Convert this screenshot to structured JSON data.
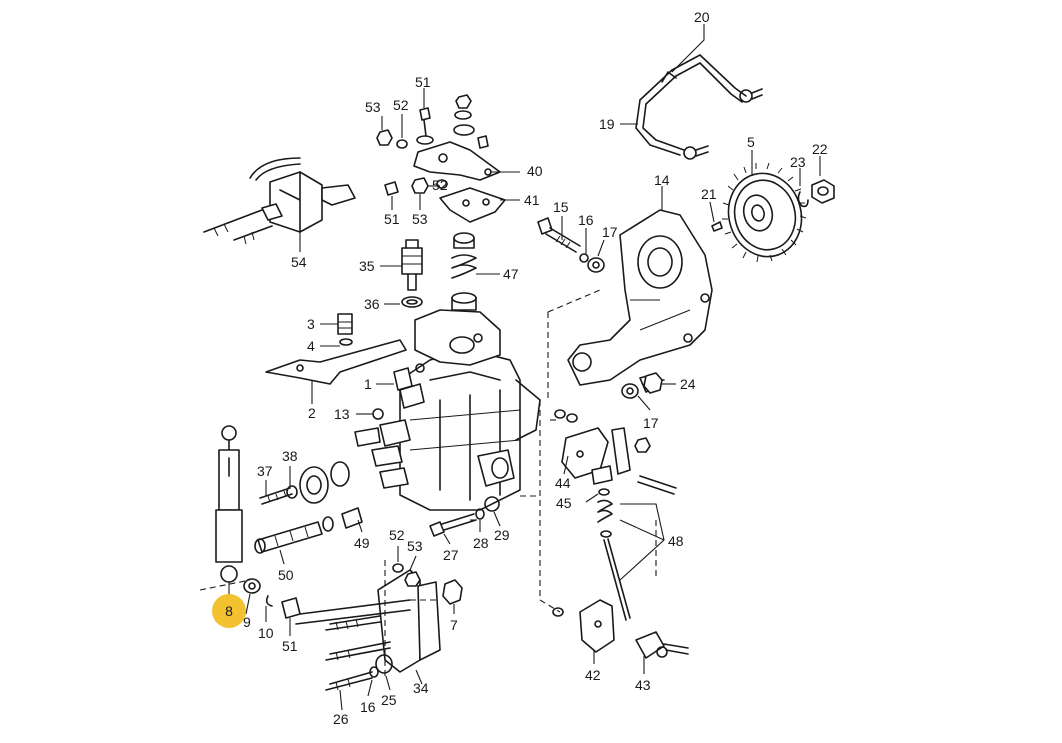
{
  "highlight": {
    "label": "8",
    "color": "#f2c230"
  },
  "labels": [
    {
      "id": "p20",
      "text": "20"
    },
    {
      "id": "p19",
      "text": "19"
    },
    {
      "id": "p5",
      "text": "5"
    },
    {
      "id": "p23",
      "text": "23"
    },
    {
      "id": "p22",
      "text": "22"
    },
    {
      "id": "p21",
      "text": "21"
    },
    {
      "id": "p14",
      "text": "14"
    },
    {
      "id": "p51a",
      "text": "51"
    },
    {
      "id": "p53a",
      "text": "53"
    },
    {
      "id": "p52a",
      "text": "52"
    },
    {
      "id": "p40",
      "text": "40"
    },
    {
      "id": "p52b",
      "text": "52"
    },
    {
      "id": "p51b",
      "text": "51"
    },
    {
      "id": "p53b",
      "text": "53"
    },
    {
      "id": "p41",
      "text": "41"
    },
    {
      "id": "p15",
      "text": "15"
    },
    {
      "id": "p16a",
      "text": "16"
    },
    {
      "id": "p17a",
      "text": "17"
    },
    {
      "id": "p54",
      "text": "54"
    },
    {
      "id": "p35",
      "text": "35"
    },
    {
      "id": "p47",
      "text": "47"
    },
    {
      "id": "p36",
      "text": "36"
    },
    {
      "id": "p3",
      "text": "3"
    },
    {
      "id": "p4",
      "text": "4"
    },
    {
      "id": "p1",
      "text": "1"
    },
    {
      "id": "p24",
      "text": "24"
    },
    {
      "id": "p2",
      "text": "2"
    },
    {
      "id": "p17b",
      "text": "17"
    },
    {
      "id": "p13",
      "text": "13"
    },
    {
      "id": "p37",
      "text": "37"
    },
    {
      "id": "p38",
      "text": "38"
    },
    {
      "id": "p44",
      "text": "44"
    },
    {
      "id": "p45",
      "text": "45"
    },
    {
      "id": "p49",
      "text": "49"
    },
    {
      "id": "p27",
      "text": "27"
    },
    {
      "id": "p28",
      "text": "28"
    },
    {
      "id": "p29",
      "text": "29"
    },
    {
      "id": "p48",
      "text": "48"
    },
    {
      "id": "p52c",
      "text": "52"
    },
    {
      "id": "p53c",
      "text": "53"
    },
    {
      "id": "p50",
      "text": "50"
    },
    {
      "id": "p9",
      "text": "9"
    },
    {
      "id": "p10",
      "text": "10"
    },
    {
      "id": "p51c",
      "text": "51"
    },
    {
      "id": "p7",
      "text": "7"
    },
    {
      "id": "p42",
      "text": "42"
    },
    {
      "id": "p43",
      "text": "43"
    },
    {
      "id": "p34",
      "text": "34"
    },
    {
      "id": "p25",
      "text": "25"
    },
    {
      "id": "p16b",
      "text": "16"
    },
    {
      "id": "p26",
      "text": "26"
    }
  ]
}
